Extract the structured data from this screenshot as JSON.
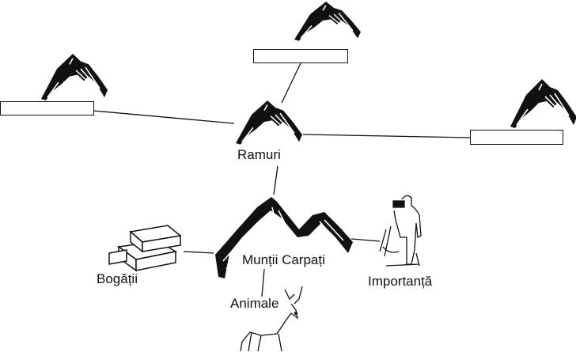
{
  "center": {
    "label": "Ramuri"
  },
  "main": {
    "label": "Munții Carpați"
  },
  "branches": {
    "left": {
      "label": "Bogății"
    },
    "right": {
      "label": "Importanță"
    },
    "bottom": {
      "label": "Animale"
    }
  },
  "blank_boxes": {
    "count": 3
  },
  "colors": {
    "ink": "#111111",
    "background": "#ffffff"
  }
}
